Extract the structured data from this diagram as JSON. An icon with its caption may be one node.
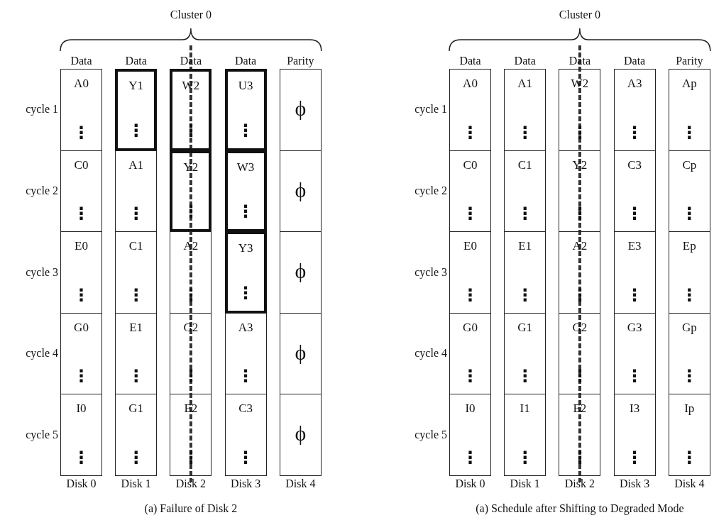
{
  "diagram": {
    "nodes": [
      {
        "text": [
          "A0",
          "⋮"
        ]
      },
      {
        "text": [
          "Y1",
          "⋮"
        ]
      },
      {
        "text": [
          "W2",
          "⋮"
        ]
      },
      {
        "text": [
          "U3",
          "⋮"
        ]
      },
      {
        "text": [
          "ϕ"
        ]
      },
      {
        "text": [
          "C0",
          "⋮"
        ]
      },
      {
        "text": [
          "A1",
          "⋮"
        ]
      },
      {
        "text": [
          "Y2",
          "⋮"
        ]
      },
      {
        "text": [
          "W3",
          "⋮"
        ]
      },
      {
        "text": [
          "ϕ"
        ]
      },
      {
        "text": [
          "E0",
          "⋮"
        ]
      },
      {
        "text": [
          "C1",
          "⋮"
        ]
      },
      {
        "text": [
          "A2",
          "⋮"
        ]
      },
      {
        "text": [
          "Y3",
          "⋮"
        ]
      },
      {
        "text": [
          "ϕ"
        ]
      },
      {
        "text": [
          "G0",
          "⋮"
        ]
      },
      {
        "text": [
          "E1",
          "⋮"
        ]
      },
      {
        "text": [
          "G2",
          "⋮"
        ]
      },
      {
        "text": [
          "A3",
          "⋮"
        ]
      },
      {
        "text": [
          "ϕ"
        ]
      },
      {
        "text": [
          "I0",
          "⋮"
        ]
      },
      {
        "text": [
          "G1",
          "⋮"
        ]
      },
      {
        "text": [
          "E2",
          "⋮"
        ]
      },
      {
        "text": [
          "C3",
          "⋮"
        ]
      },
      {
        "text": [
          "ϕ"
        ]
      },
      {
        "text": [
          "A0",
          "⋮"
        ]
      },
      {
        "text": [
          "A1",
          "⋮"
        ]
      },
      {
        "text": [
          "W2",
          "⋮"
        ]
      },
      {
        "text": [
          "A3",
          "⋮"
        ]
      },
      {
        "text": [
          "Ap",
          "⋮"
        ]
      },
      {
        "text": [
          "C0",
          "⋮"
        ]
      },
      {
        "text": [
          "C1",
          "⋮"
        ]
      },
      {
        "text": [
          "Y2",
          "⋮"
        ]
      },
      {
        "text": [
          "C3",
          "⋮"
        ]
      },
      {
        "text": [
          "Cp",
          "⋮"
        ]
      },
      {
        "text": [
          "E0",
          "⋮"
        ]
      },
      {
        "text": [
          "E1",
          "⋮"
        ]
      },
      {
        "text": [
          "A2",
          "⋮"
        ]
      },
      {
        "text": [
          "E3",
          "⋮"
        ]
      },
      {
        "text": [
          "Ep",
          "⋮"
        ]
      },
      {
        "text": [
          "G0",
          "⋮"
        ]
      },
      {
        "text": [
          "G1",
          "⋮"
        ]
      },
      {
        "text": [
          "G2",
          "⋮"
        ]
      },
      {
        "text": [
          "G3",
          "⋮"
        ]
      },
      {
        "text": [
          "Gp",
          "⋮"
        ]
      },
      {
        "text": [
          "I0",
          "⋮"
        ]
      },
      {
        "text": [
          "I1",
          "⋮"
        ]
      },
      {
        "text": [
          "E2",
          "⋮"
        ]
      },
      {
        "text": [
          "I3",
          "⋮"
        ]
      },
      {
        "text": [
          "Ip",
          "⋮"
        ]
      }
    ],
    "labels": [
      "Cluster 0",
      "Data",
      "Data",
      "Data",
      "Data",
      "Parity",
      "cycle 1",
      "cycle 2",
      "cycle 3",
      "cycle 4",
      "cycle 5",
      "Disk 0",
      "Disk 1",
      "Disk 2",
      "Disk 3",
      "Disk 4",
      "(a) Failure of Disk 2",
      "Cluster 0",
      "Data",
      "Data",
      "Data",
      "Data",
      "Parity",
      "cycle 1",
      "cycle 2",
      "cycle 3",
      "cycle 4",
      "cycle 5",
      "Disk 0",
      "Disk 1",
      "Disk 2",
      "Disk 3",
      "Disk 4",
      "(a) Schedule after Shifting to Degraded Mode"
    ]
  }
}
